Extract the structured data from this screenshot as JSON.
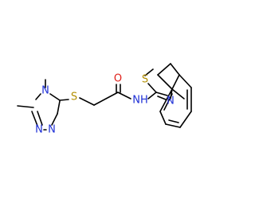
{
  "molecule": {
    "colors": {
      "bond": "#000000",
      "N": "#1e2fd6",
      "S": "#b38f00",
      "O": "#e0201a",
      "background": "#ffffff"
    },
    "atoms": [
      {
        "id": "S_thioether",
        "symbol": "S",
        "label": "S"
      },
      {
        "id": "O_carbonyl",
        "symbol": "O",
        "label": "O"
      },
      {
        "id": "N_amide",
        "symbol": "N",
        "label": "NH"
      },
      {
        "id": "S_thiazole",
        "symbol": "S",
        "label": "S"
      },
      {
        "id": "N_thiazole",
        "symbol": "N",
        "label": "N"
      },
      {
        "id": "N4_triazole",
        "symbol": "N",
        "label": "N"
      },
      {
        "id": "N1_triazole",
        "symbol": "N",
        "label": "N"
      },
      {
        "id": "N2_triazole",
        "symbol": "N",
        "label": "N"
      }
    ]
  }
}
